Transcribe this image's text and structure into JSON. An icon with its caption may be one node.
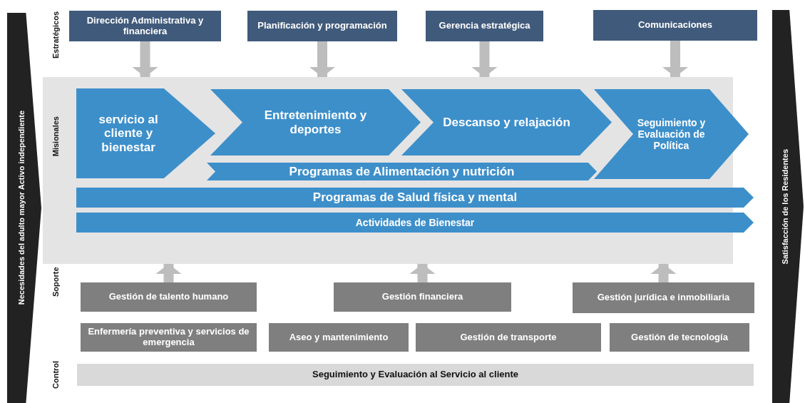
{
  "diagram": {
    "nodes": [
      {
        "text": [
          "Necesidades del adulto mayor Activo independiente"
        ]
      },
      {
        "text": [
          "Satisfacción de los Residentes"
        ]
      },
      {
        "text": [
          "Dirección Administrativa y financiera"
        ]
      },
      {
        "text": [
          "Planificación y programación"
        ]
      },
      {
        "text": [
          "Gerencia estratégica"
        ]
      },
      {
        "text": [
          "Comunicaciones"
        ]
      },
      {
        "text": [
          "Misionales"
        ]
      },
      {
        "text": [
          "servicio al cliente y bienestar"
        ],
        "in": 6
      },
      {
        "text": [
          "Entretenimiento y deportes"
        ],
        "in": 6
      },
      {
        "text": [
          "Descanso y relajación"
        ],
        "in": 6
      },
      {
        "text": [
          "Seguimiento y Evaluación de Política"
        ],
        "in": 6
      },
      {
        "text": [
          "Programas de Alimentación y nutrición"
        ],
        "in": 6
      },
      {
        "text": [
          "Programas de Salud física y mental"
        ],
        "in": 6
      },
      {
        "text": [
          "Actividades de Bienestar"
        ],
        "in": 6
      },
      {
        "text": [
          "Gestión de talento humano"
        ]
      },
      {
        "text": [
          "Gestión financiera"
        ]
      },
      {
        "text": [
          "Gestión jurídica e inmobiliaria"
        ]
      },
      {
        "text": [
          "Enfermería preventiva y servicios de emergencia"
        ]
      },
      {
        "text": [
          "Aseo y mantenimiento"
        ]
      },
      {
        "text": [
          "Gestión de transporte"
        ]
      },
      {
        "text": [
          "Gestión de tecnología"
        ]
      },
      {
        "text": [
          "Seguimiento y Evaluación al Servicio al cliente"
        ]
      }
    ],
    "edges": [
      {
        "from": 2,
        "to": 6,
        "arrow": "to"
      },
      {
        "from": 3,
        "to": 6,
        "arrow": "to"
      },
      {
        "from": 4,
        "to": 6,
        "arrow": "to"
      },
      {
        "from": 5,
        "to": 6,
        "arrow": "to"
      },
      {
        "from": 14,
        "to": 6,
        "arrow": "to"
      },
      {
        "from": 15,
        "to": 6,
        "arrow": "to"
      },
      {
        "from": 16,
        "to": 6,
        "arrow": "to"
      }
    ],
    "labels": [
      "Estratégicos",
      "Soporte",
      "Control"
    ]
  }
}
